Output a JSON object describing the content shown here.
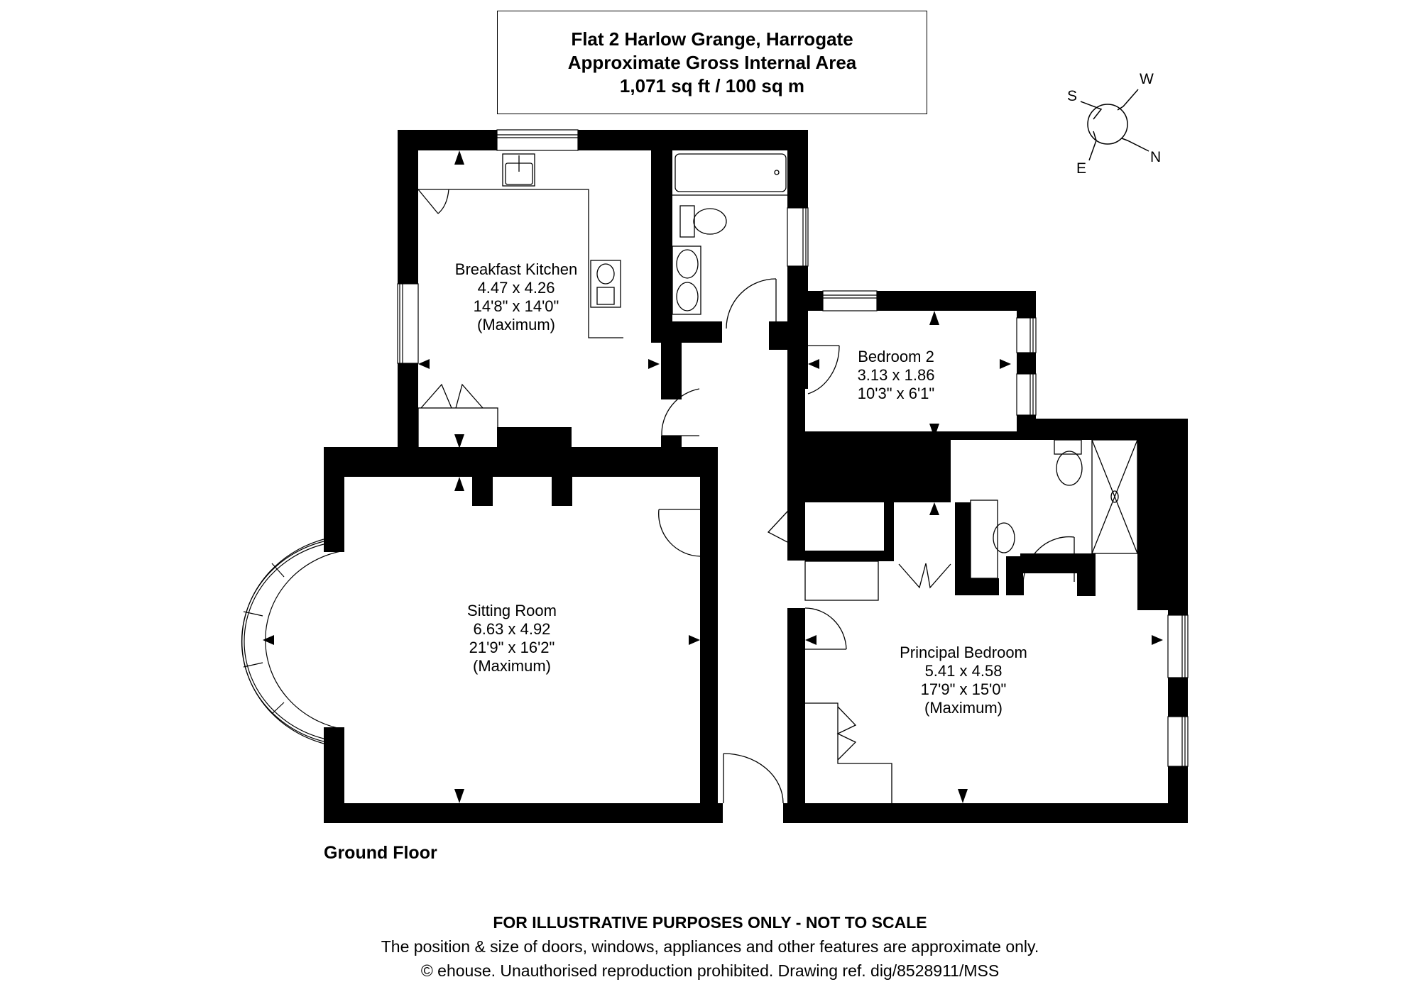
{
  "header": {
    "property_name": "Flat 2 Harlow Grange, Harrogate",
    "area_label": "Approximate Gross Internal Area",
    "area_value": "1,071 sq ft / 100 sq m"
  },
  "compass": {
    "labels": {
      "s": "S",
      "w": "W",
      "e": "E",
      "n": "N"
    }
  },
  "rooms": [
    {
      "name": "Breakfast Kitchen",
      "metric": "4.47 x 4.26",
      "imperial": "14'8\" x 14'0\"",
      "note": "(Maximum)"
    },
    {
      "name": "Bedroom 2",
      "metric": "3.13 x 1.86",
      "imperial": "10'3\" x 6'1\"",
      "note": ""
    },
    {
      "name": "Sitting Room",
      "metric": "6.63 x 4.92",
      "imperial": "21'9\" x 16'2\"",
      "note": "(Maximum)"
    },
    {
      "name": "Principal Bedroom",
      "metric": "5.41 x 4.58",
      "imperial": "17'9\" x 15'0\"",
      "note": "(Maximum)"
    }
  ],
  "floor_label": "Ground Floor",
  "footer": {
    "line1": "FOR ILLUSTRATIVE PURPOSES ONLY - NOT TO SCALE",
    "line2": "The position & size of doors, windows, appliances and other features are approximate only.",
    "line3": "© ehouse. Unauthorised reproduction prohibited. Drawing ref. dig/8528911/MSS"
  },
  "colors": {
    "wall": "#000000",
    "background": "#ffffff",
    "line": "#000000"
  }
}
